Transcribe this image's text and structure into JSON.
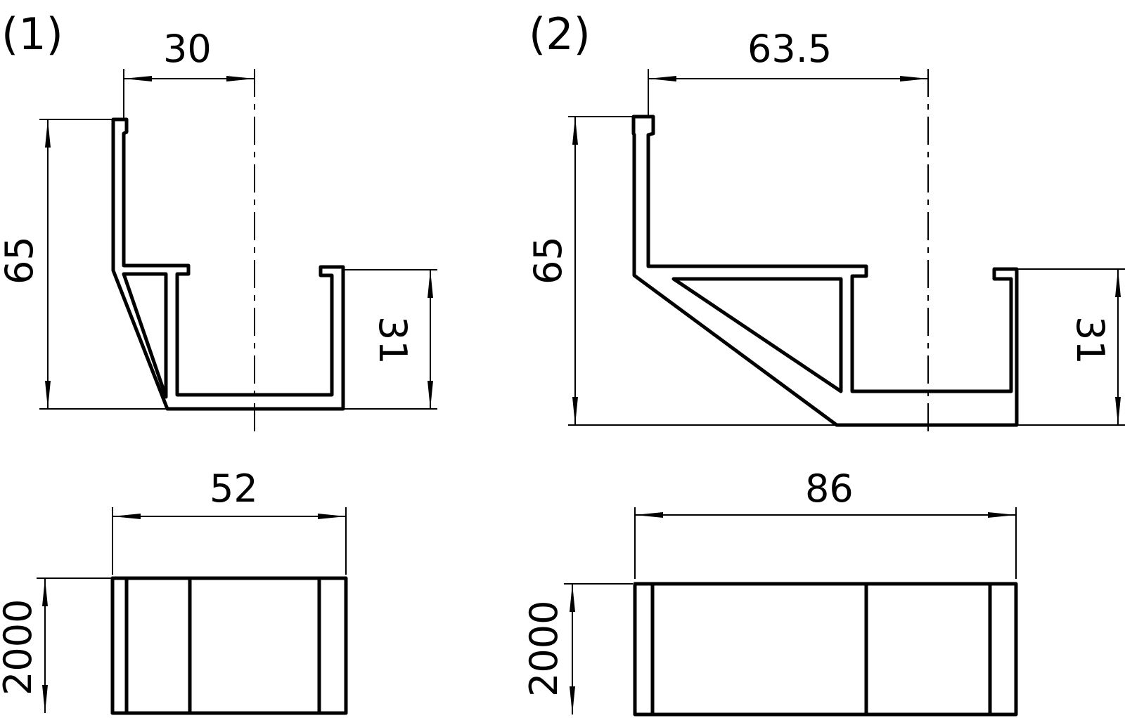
{
  "figures": [
    {
      "label": "(1)",
      "profile": {
        "width_top": "30",
        "height": "65",
        "channel_height": "31"
      },
      "plan": {
        "width": "52",
        "length": "2000"
      }
    },
    {
      "label": "(2)",
      "profile": {
        "width_top": "63.5",
        "height": "65",
        "channel_height": "31"
      },
      "plan": {
        "width": "86",
        "length": "2000"
      }
    }
  ],
  "colors": {
    "line": "#000000",
    "background": "#ffffff"
  }
}
